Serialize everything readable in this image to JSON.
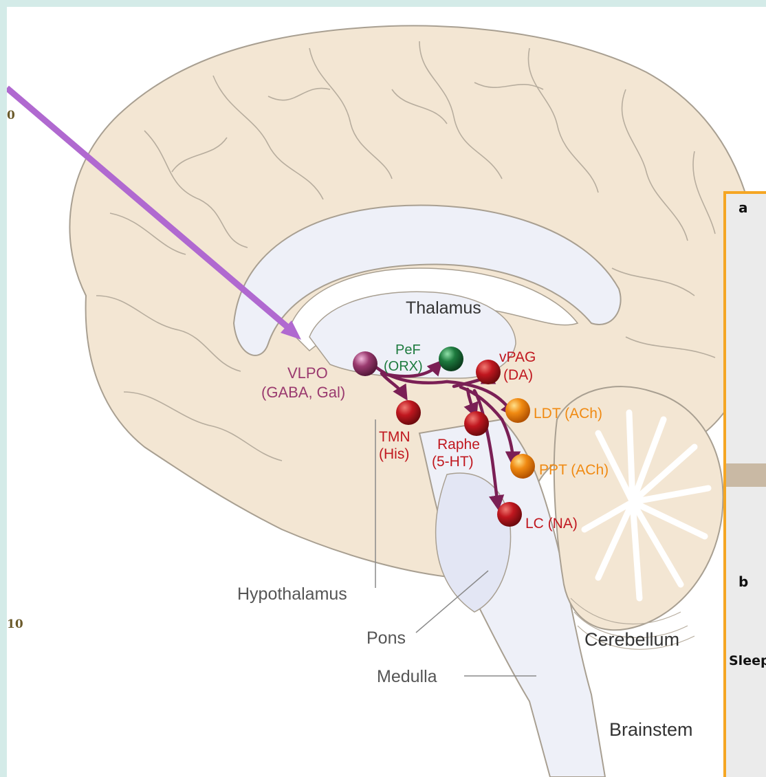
{
  "labels": {
    "thalamus": "Thalamus",
    "hypothalamus": "Hypothalamus",
    "pons": "Pons",
    "medulla": "Medulla",
    "cerebellum": "Cerebellum",
    "brainstem": "Brainstem"
  },
  "nuclei": {
    "vlpo_line1": "VLPO",
    "vlpo_line2": "(GABA, Gal)",
    "pef_line1": "PeF",
    "pef_line2": "(ORX)",
    "vpag_line1": "vPAG",
    "vpag_line2": "(DA)",
    "ldt": "LDT (ACh)",
    "ppt": "PPT (ACh)",
    "tmn_line1": "TMN",
    "tmn_line2": "(His)",
    "raphe_line1": "Raphe",
    "raphe_line2": "(5-HT)",
    "lc": "LC (NA)"
  },
  "panel": {
    "label_a": "a",
    "label_b": "b",
    "sleep": "Sleep"
  },
  "edge_fragments": {
    "upper": "0",
    "lower": "10"
  },
  "colors": {
    "brain_fill": "#f3e6d3",
    "brain_stroke": "#a89f91",
    "inner_fill": "#eef0f8",
    "vlpo": "#9a3a6f",
    "pef": "#1d7a3e",
    "wake_red": "#c0171f",
    "ach_orange": "#f08a12",
    "arrow_purple": "#b069d0",
    "projection": "#7a1f55",
    "panel_border": "#f5a623"
  }
}
